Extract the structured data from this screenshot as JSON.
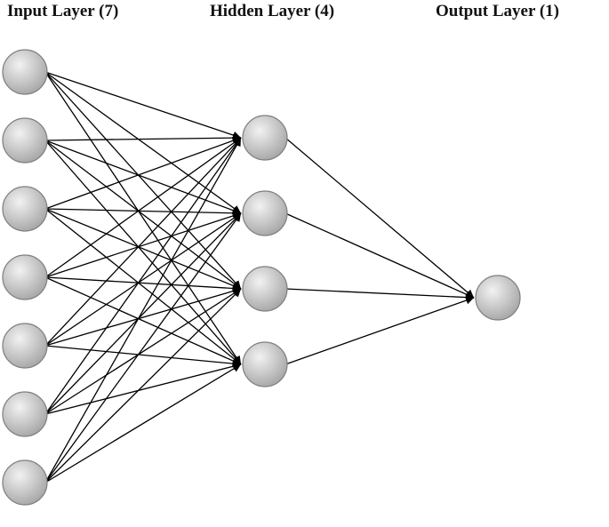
{
  "layers": [
    {
      "title": "Input Layer (7)",
      "count": 7
    },
    {
      "title": "Hidden Layer (4)",
      "count": 4
    },
    {
      "title": "Output Layer (1)",
      "count": 1
    }
  ],
  "connectivity": "fully-connected",
  "colors": {
    "node_fill_light": "#f2f2f2",
    "node_fill_dark": "#a6a6a6",
    "node_stroke": "#7f7f7f",
    "edge": "#000000",
    "title_text": "#111111",
    "background": "#ffffff"
  }
}
